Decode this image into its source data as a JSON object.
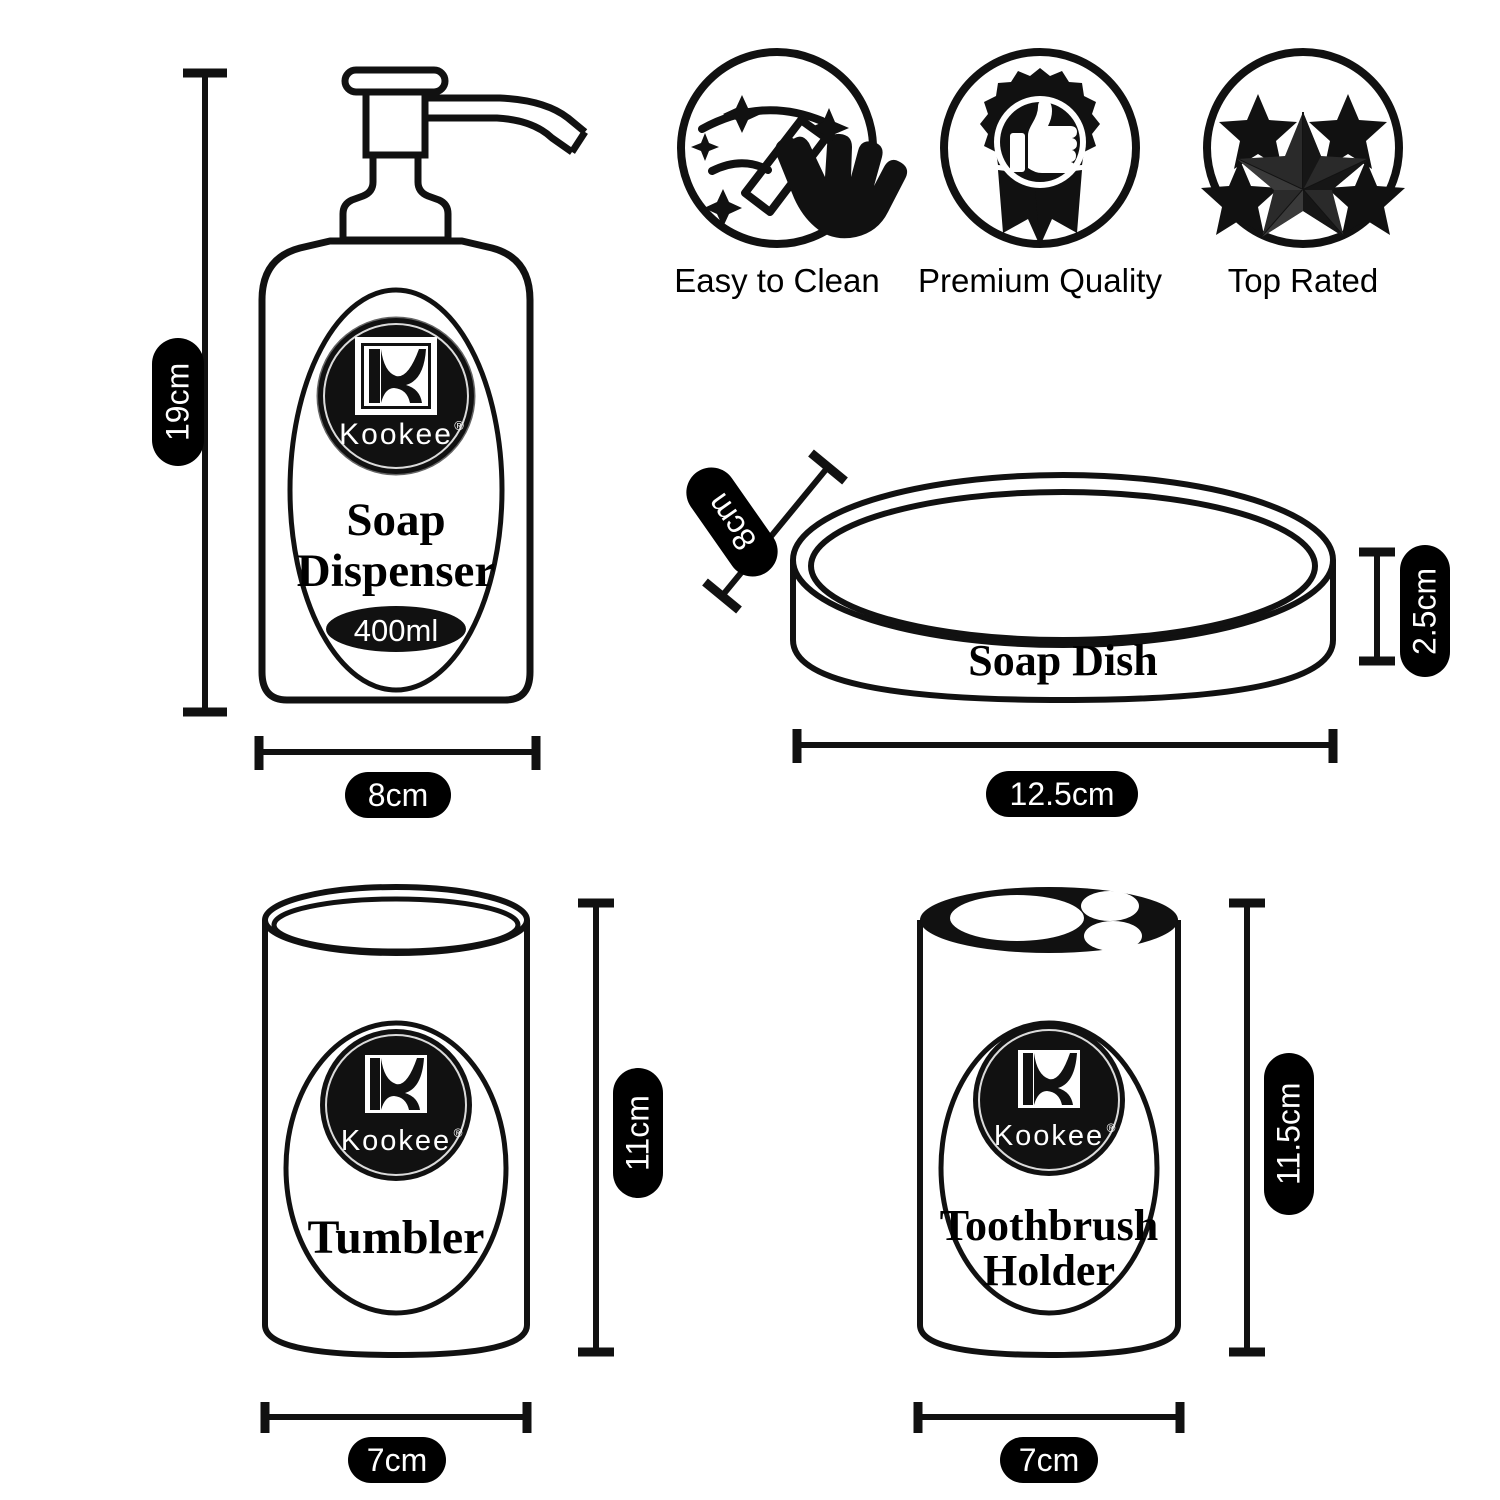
{
  "page": {
    "background": "#ffffff",
    "ink": "#111111",
    "badge_bg": "#000000",
    "badge_text": "#ffffff"
  },
  "brand": {
    "name": "Kookee",
    "registered_mark": "®"
  },
  "features": [
    {
      "id": "easy-to-clean",
      "label": "Easy to Clean",
      "icon": "sparkle-hand-wipe-icon"
    },
    {
      "id": "premium-quality",
      "label": "Premium Quality",
      "icon": "award-ribbon-thumbsup-icon"
    },
    {
      "id": "top-rated",
      "label": "Top Rated",
      "icon": "five-stars-icon"
    }
  ],
  "products": {
    "soap_dispenser": {
      "name_line1": "Soap",
      "name_line2": "Dispenser",
      "capacity": "400ml",
      "height_label": "19cm",
      "width_label": "8cm"
    },
    "soap_dish": {
      "name": "Soap Dish",
      "depth_label": "8cm",
      "height_label": "2.5cm",
      "width_label": "12.5cm"
    },
    "tumbler": {
      "name": "Tumbler",
      "height_label": "11cm",
      "width_label": "7cm"
    },
    "toothbrush_holder": {
      "name_line1": "Toothbrush",
      "name_line2": "Holder",
      "height_label": "11.5cm",
      "width_label": "7cm"
    }
  }
}
